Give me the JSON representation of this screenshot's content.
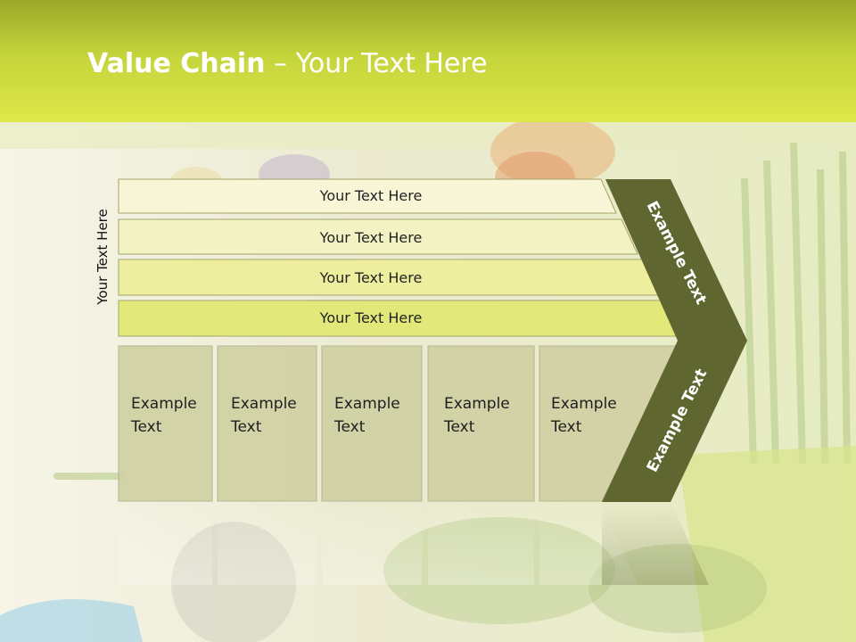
{
  "title": {
    "bold": "Value Chain",
    "rest": " – Your Text Here"
  },
  "side_label": "Your Text Here",
  "rows": [
    {
      "label": "Your Text Here",
      "color": "#f8f6d6"
    },
    {
      "label": "Your Text Here",
      "color": "#f3f2c2"
    },
    {
      "label": "Your Text Here",
      "color": "#edef9e"
    },
    {
      "label": "Your Text Here",
      "color": "#e2e97a"
    }
  ],
  "columns": [
    {
      "line1": "Example",
      "line2": "Text"
    },
    {
      "line1": "Example",
      "line2": "Text"
    },
    {
      "line1": "Example",
      "line2": "Text"
    },
    {
      "line1": "Example",
      "line2": "Text"
    },
    {
      "line1": "Example",
      "line2": "Text"
    }
  ],
  "arrow": {
    "top_label": "Example Text",
    "bottom_label": "Example Text",
    "color": "#5f6630"
  },
  "colors": {
    "header": "#c4d43a",
    "column_fill": "#cfcfa2"
  }
}
